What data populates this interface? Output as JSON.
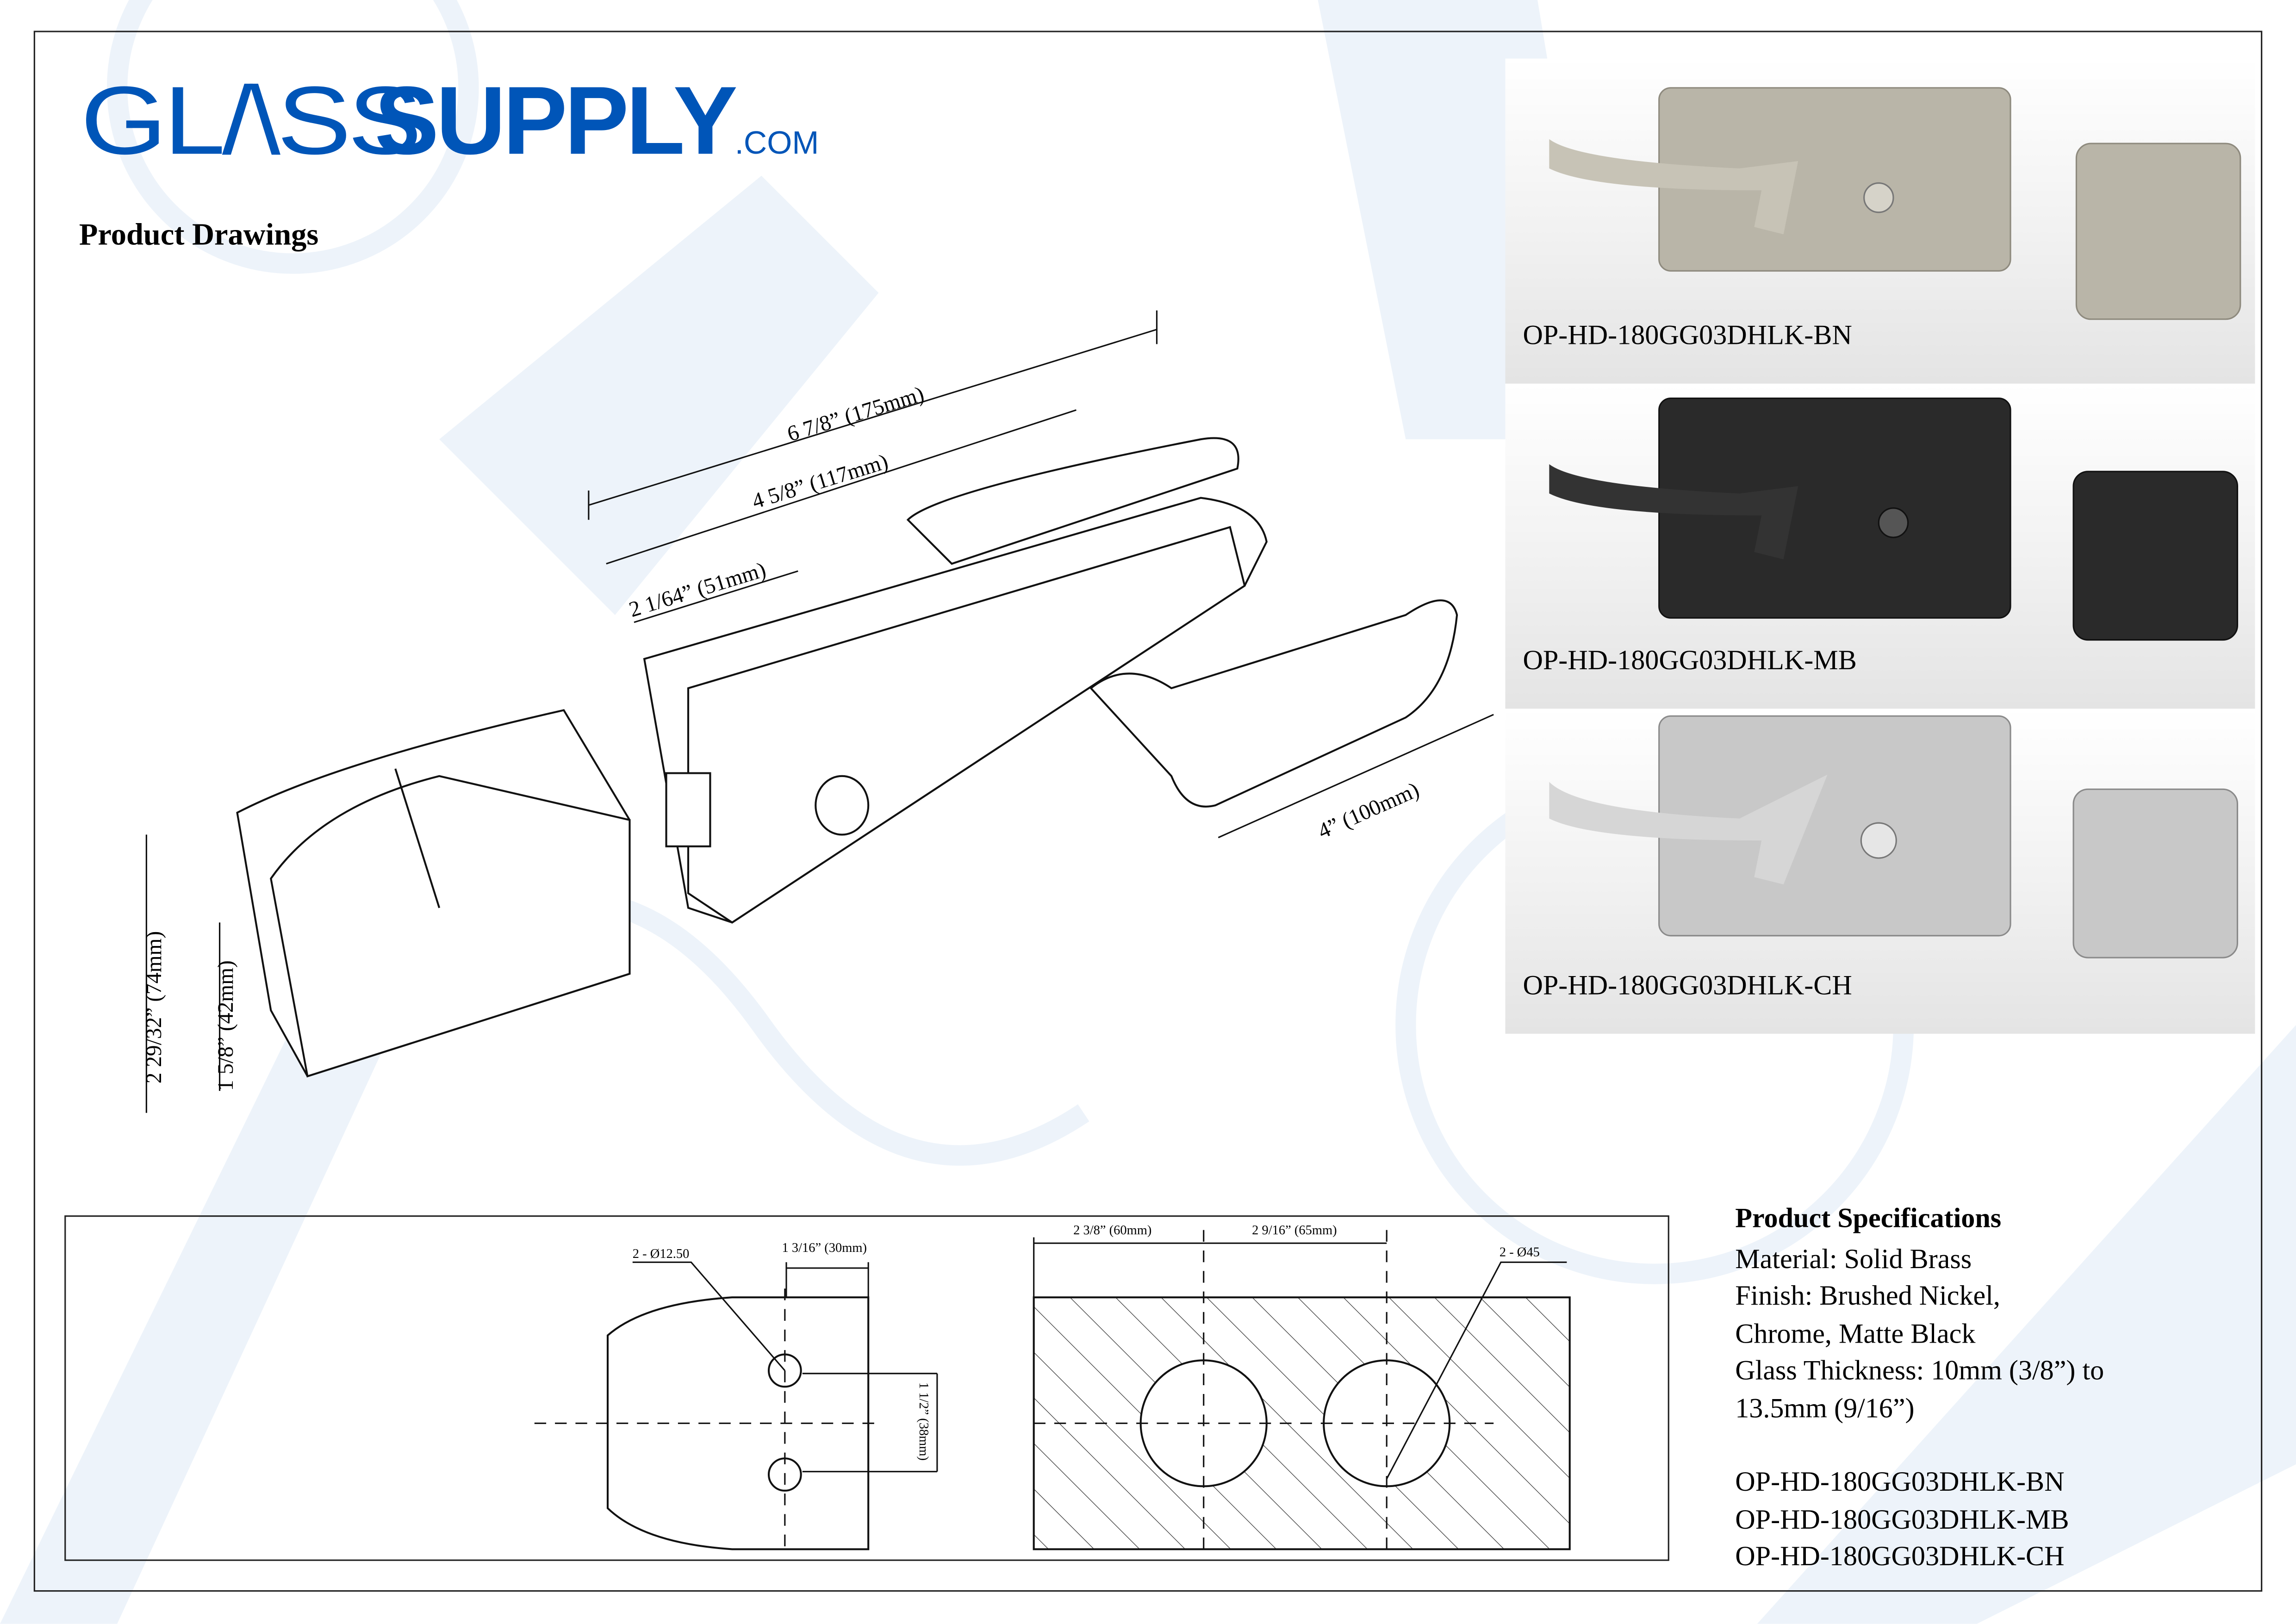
{
  "logo": {
    "thin": "GL/\\SS",
    "bold": "SUPPLY",
    "com": ".COM",
    "brand_color": "#0055b8"
  },
  "drawings": {
    "title": "Product Drawings",
    "dimensions": {
      "overall_length": "6 7/8” (175mm)",
      "body_length": "4 5/8” (117mm)",
      "lever_offset": "2 1/64” (51mm)",
      "lever_length": "4” (100mm)",
      "height_total": "2 29/32” (74mm)",
      "height_body": "1 5/8” (42mm)"
    }
  },
  "products": [
    {
      "label": "OP-HD-180GG03DHLK-BN",
      "finish_color": "#b9b5a8"
    },
    {
      "label": "OP-HD-180GG03DHLK-MB",
      "finish_color": "#2a2a2a"
    },
    {
      "label": "OP-HD-180GG03DHLK-CH",
      "finish_color": "#c8c8c8"
    }
  ],
  "cutout": {
    "hole_small": "2 - Ø12.50",
    "offset_30": "1 3/16” (30mm)",
    "spacing_38": "1 1/2” (38mm)",
    "dist_60": "2 3/8” (60mm)",
    "dist_65": "2 9/16” (65mm)",
    "hole_large": "2 - Ø45"
  },
  "specs": {
    "title": "Product Specifications",
    "lines": [
      "Material: Solid Brass",
      "Finish: Brushed Nickel,",
      "Chrome, Matte Black",
      "Glass Thickness: 10mm (3/8”) to",
      "13.5mm (9/16”)"
    ],
    "skus": [
      "OP-HD-180GG03DHLK-BN",
      "OP-HD-180GG03DHLK-MB",
      "OP-HD-180GG03DHLK-CH"
    ]
  }
}
